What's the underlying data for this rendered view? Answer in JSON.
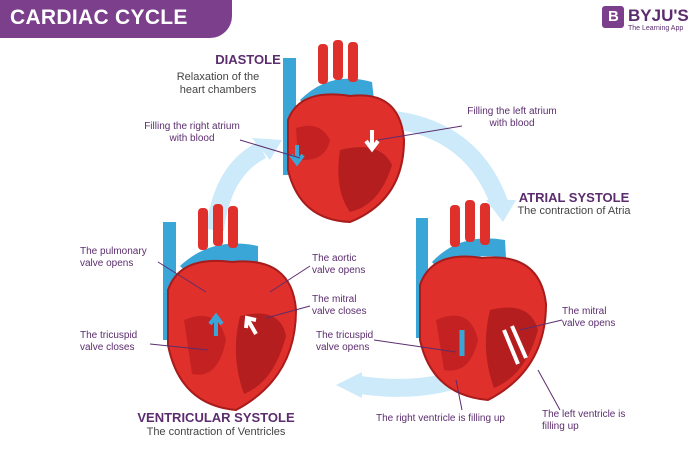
{
  "header": {
    "title": "CARDIAC CYCLE"
  },
  "logo": {
    "name": "BYJU'S",
    "tagline": "The Learning App"
  },
  "stages": {
    "diastole": {
      "title": "DIASTOLE",
      "subtitle": "Relaxation of the heart chambers",
      "labels": {
        "right_atrium": "Filling the right atrium with blood",
        "left_atrium": "Filling the left atrium with blood"
      }
    },
    "atrial_systole": {
      "title": "ATRIAL SYSTOLE",
      "subtitle": "The contraction of Atria",
      "labels": {
        "mitral": "The mitral valve opens",
        "tricuspid": "The tricuspid valve opens",
        "right_ventricle": "The right ventricle is filling up",
        "left_ventricle": "The left ventricle is filling up"
      }
    },
    "ventricular_systole": {
      "title": "VENTRICULAR SYSTOLE",
      "subtitle": "The contraction of Ventricles",
      "labels": {
        "pulmonary": "The pulmonary valve opens",
        "aortic": "The aortic valve opens",
        "mitral": "The mitral valve closes",
        "tricuspid": "The tricuspid valve closes"
      }
    }
  },
  "colors": {
    "brand": "#7b3f8c",
    "heart_red": "#e0302b",
    "heart_dark": "#a81c1c",
    "vessel_blue": "#3aa6d8",
    "cycle_arrow": "#cdeafa"
  }
}
